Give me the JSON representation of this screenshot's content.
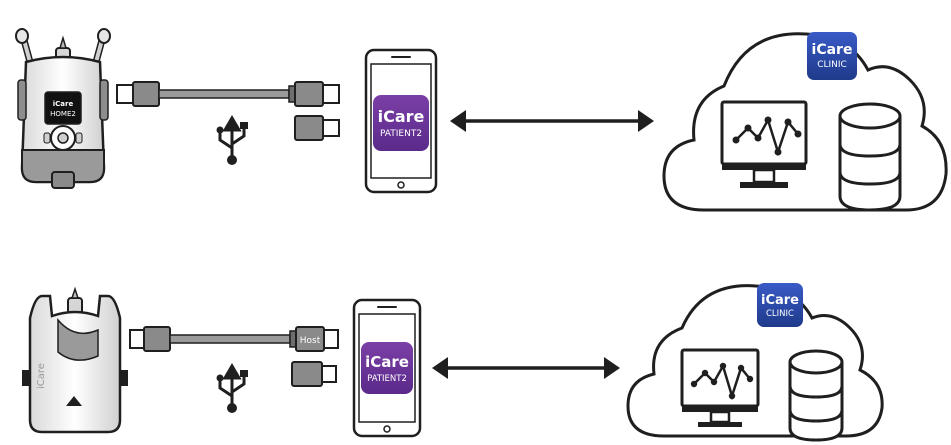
{
  "colors": {
    "stroke": "#1f1f1f",
    "device_grey": "#9a9a9a",
    "device_light": "#f2f2f2",
    "cable_grey": "#8a8a8a",
    "patient_gradient_top": "#7b3fa6",
    "patient_gradient_bottom": "#5a2a8a",
    "clinic_gradient_top": "#3a5bc7",
    "clinic_gradient_bottom": "#1e3a8a",
    "screen_bg": "#ffffff"
  },
  "icons": [
    "tonometer-device-icon",
    "usb-cable-icon",
    "usb-adapter-icon",
    "usb-symbol-icon",
    "smartphone-icon",
    "bidirectional-arrow-icon",
    "cloud-icon",
    "monitor-chart-icon",
    "database-icon"
  ],
  "row1": {
    "device_brand": "iCare",
    "device_model": "HOME2",
    "phone_app_brand": "iCare",
    "phone_app_name": "PATIENT2",
    "cloud_app_brand": "iCare",
    "cloud_app_name": "CLINIC"
  },
  "row2": {
    "device_side_label": "iCare",
    "cable_host_label": "Host",
    "phone_app_brand": "iCare",
    "phone_app_name": "PATIENT2",
    "cloud_app_brand": "iCare",
    "cloud_app_name": "CLINIC"
  }
}
